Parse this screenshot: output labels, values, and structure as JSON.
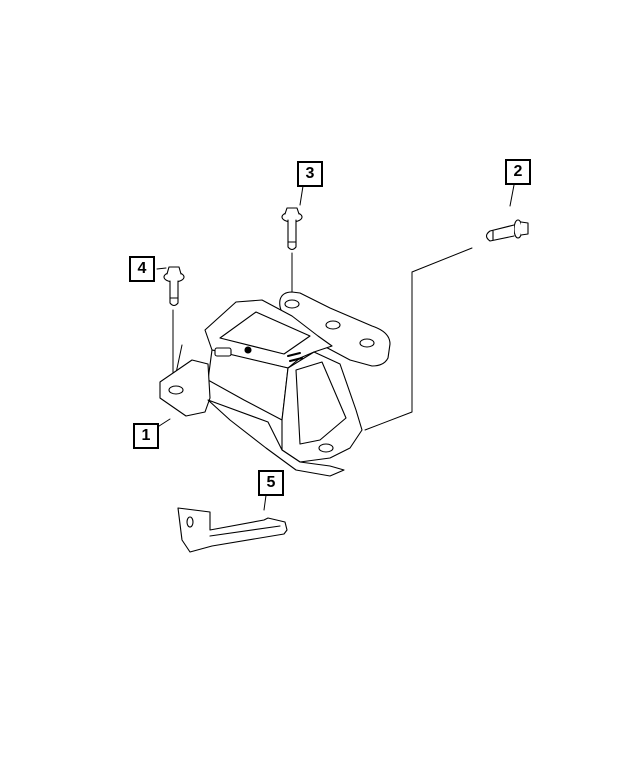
{
  "diagram": {
    "type": "exploded parts diagram",
    "subject": "transmission mount assembly",
    "callouts": [
      {
        "id": "1",
        "label": "1",
        "part": "mount-body"
      },
      {
        "id": "2",
        "label": "2",
        "part": "bolt"
      },
      {
        "id": "3",
        "label": "3",
        "part": "bolt"
      },
      {
        "id": "4",
        "label": "4",
        "part": "bolt"
      },
      {
        "id": "5",
        "label": "5",
        "part": "bracket"
      }
    ],
    "colors": {
      "line": "#000000",
      "background": "#ffffff",
      "fill": "#ffffff"
    }
  }
}
